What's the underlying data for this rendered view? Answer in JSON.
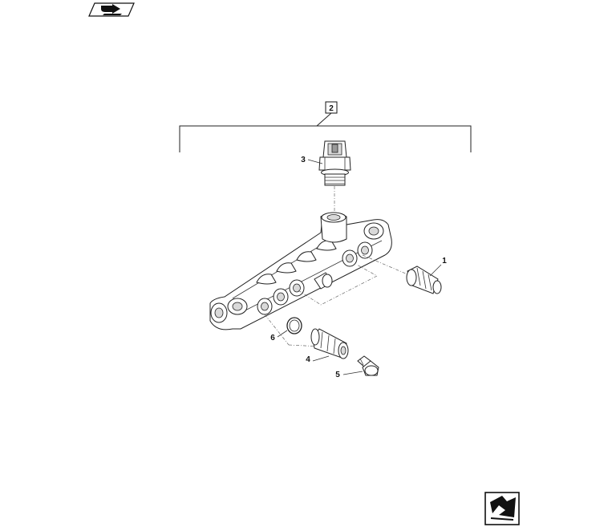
{
  "icons": {
    "top_left": "navigation-arrow-icon",
    "bottom_right": "navigation-arrow-icon"
  },
  "callouts": {
    "c2": "2",
    "c3": "3",
    "c1": "1",
    "c6": "6",
    "c4": "4",
    "c5": "5"
  }
}
